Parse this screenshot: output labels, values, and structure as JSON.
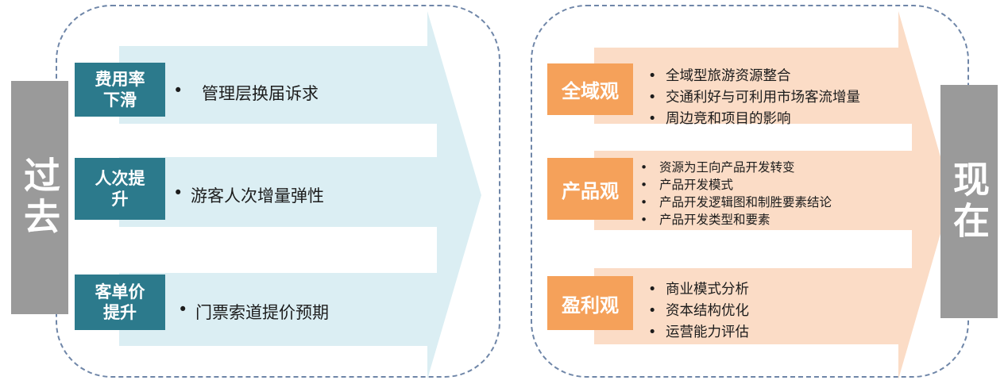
{
  "colors": {
    "teal": "#2c7a8c",
    "orange": "#f5a15a",
    "light_blue_arrow": "#dbeef3",
    "light_orange_arrow": "#fbdcc6",
    "gray_tab": "#9a9a9a",
    "dashed_border": "#6f86a8"
  },
  "past": {
    "tab_label": "过去",
    "rows": [
      {
        "label": "费用率\n下滑",
        "bullets": [
          "管理层换届诉求"
        ]
      },
      {
        "label": "人次提\n升",
        "bullets": [
          "游客人次增量弹性"
        ]
      },
      {
        "label": "客单价\n提升",
        "bullets": [
          "门票索道提价预期"
        ]
      }
    ]
  },
  "now": {
    "tab_label": "现在",
    "rows": [
      {
        "label": "全域观",
        "bullets": [
          "全域型旅游资源整合",
          "交通利好与可利用市场客流增量",
          "周边竞和项目的影响"
        ]
      },
      {
        "label": "产品观",
        "bullets": [
          "资源为王向产品开发转变",
          "产品开发模式",
          "产品开发逻辑图和制胜要素结论",
          "产品开发类型和要素"
        ]
      },
      {
        "label": "盈利观",
        "bullets": [
          "商业模式分析",
          "资本结构优化",
          "运营能力评估"
        ]
      }
    ]
  }
}
